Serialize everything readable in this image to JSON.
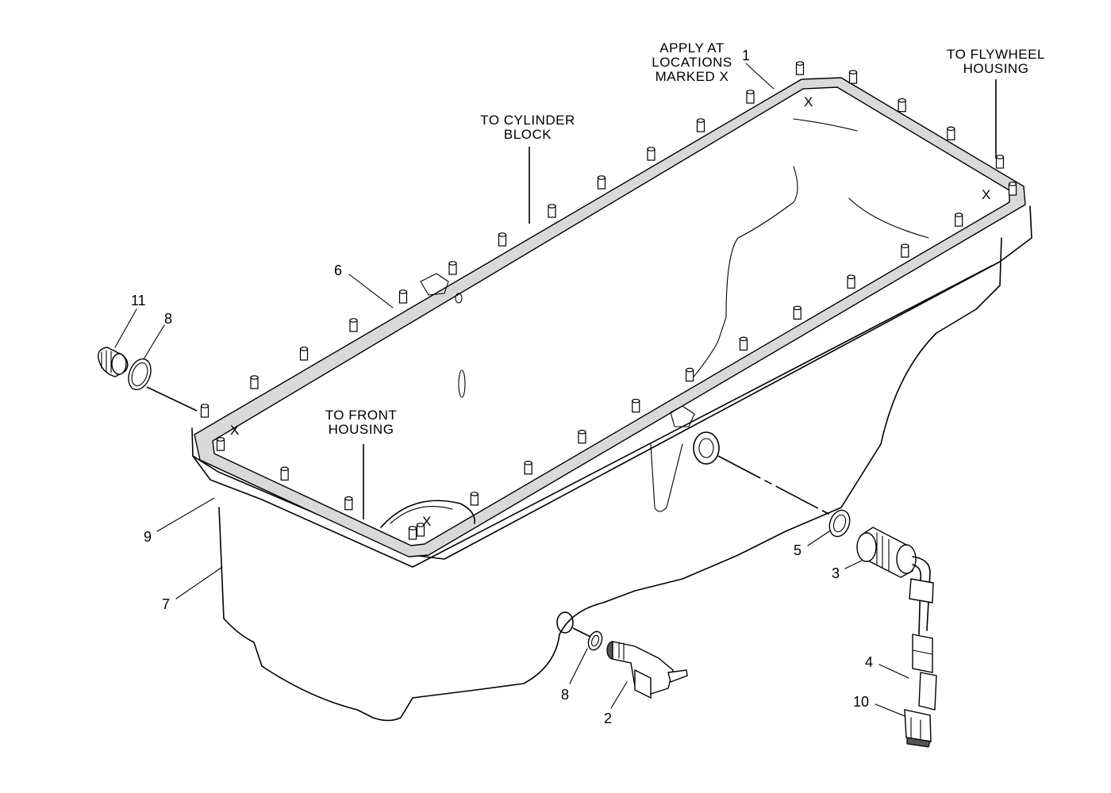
{
  "notes": {
    "apply_at": "APPLY  AT\nLOCATIONS\nMARKED  X",
    "to_flywheel": "TO  FLYWHEEL\nHOUSING",
    "to_cylinder": "TO  CYLINDER\nBLOCK",
    "to_front": "TO  FRONT\nHOUSING"
  },
  "x_marks": [
    "X",
    "X",
    "X",
    "X"
  ],
  "callouts": {
    "c1": "1",
    "c2": "2",
    "c3": "3",
    "c4": "4",
    "c5": "5",
    "c6": "6",
    "c7": "7",
    "c8a": "8",
    "c8b": "8",
    "c9": "9",
    "c10": "10",
    "c11": "11"
  }
}
